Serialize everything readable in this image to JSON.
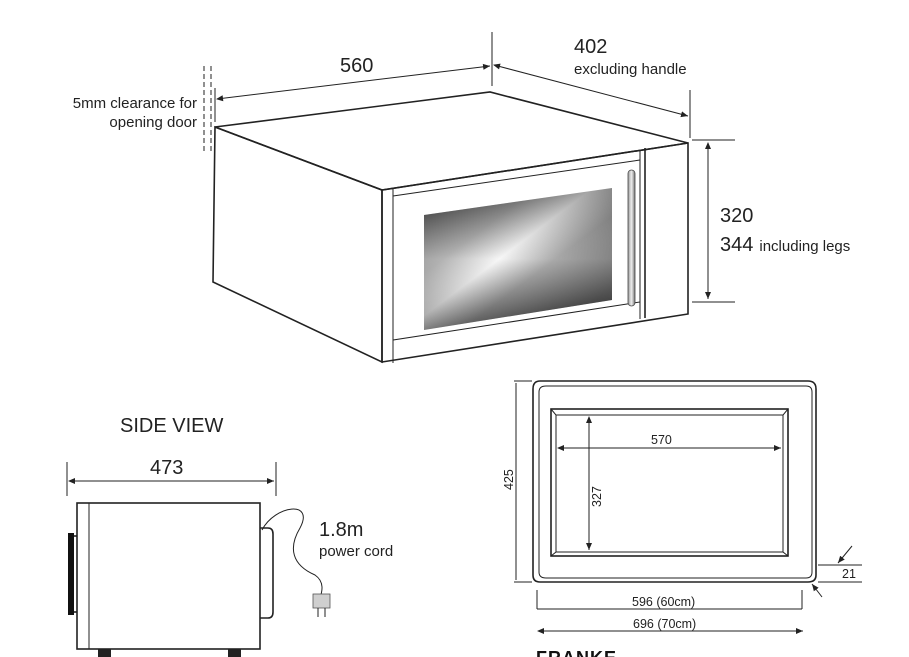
{
  "top_view": {
    "width": "560",
    "depth": "402",
    "depth_note": "excluding handle",
    "clearance_note_line1": "5mm clearance for",
    "clearance_note_line2": "opening door",
    "height": "320",
    "height_with_legs": "344",
    "height_with_legs_note": "including legs"
  },
  "side_view": {
    "title": "SIDE VIEW",
    "depth": "473",
    "cord_length": "1.8m",
    "cord_note": "power cord"
  },
  "front_frame": {
    "outer_height": "425",
    "inner_width": "570",
    "inner_height": "327",
    "frame_border": "21",
    "width_small": "596 (60cm)",
    "width_large": "696 (70cm)"
  },
  "brand": {
    "partial_text": "FRANKE"
  }
}
